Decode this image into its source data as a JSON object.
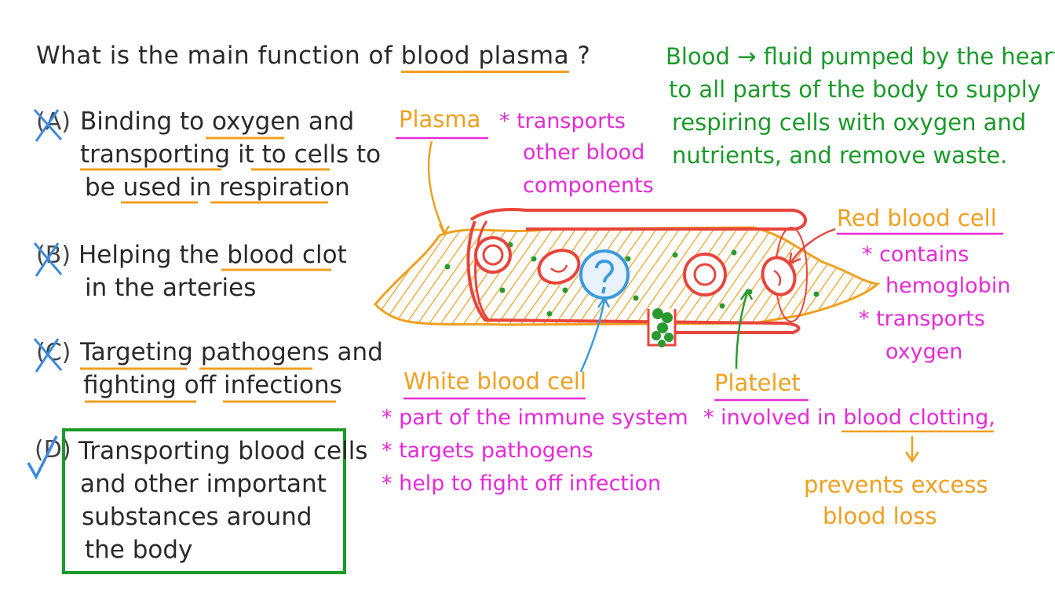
{
  "question": {
    "prefix": "What is the main function of ",
    "term": "blood plasma",
    "suffix": " ?"
  },
  "options": [
    {
      "letter": "A",
      "lines": [
        "Binding to oxygen and",
        "transporting it to cells to",
        "be used in respiration"
      ],
      "status": "crossed"
    },
    {
      "letter": "B",
      "lines": [
        "Helping the blood clot",
        "in the arteries"
      ],
      "status": "crossed"
    },
    {
      "letter": "C",
      "lines": [
        "Targeting pathogens and",
        "fighting off infections"
      ],
      "status": "crossed"
    },
    {
      "letter": "D",
      "lines": [
        "Transporting blood cells",
        "and other important",
        "substances around",
        "the body"
      ],
      "status": "correct"
    }
  ],
  "definition": {
    "lines": [
      "Blood → fluid pumped by the heart",
      "to all parts of the body to supply",
      "respiring cells with oxygen and",
      "nutrients, and remove waste."
    ]
  },
  "plasma": {
    "label": "Plasma",
    "notes": [
      "* transports",
      "other blood",
      "components"
    ]
  },
  "red_cell": {
    "label": "Red blood cell",
    "notes": [
      "* contains",
      "hemoglobin",
      "* transports",
      "oxygen"
    ]
  },
  "white_cell": {
    "label": "White blood cell",
    "notes": [
      "* part of the immune system",
      "* targets pathogens",
      "* help to fight off infection"
    ]
  },
  "platelet": {
    "label": "Platelet",
    "note_prefix": "* involved in ",
    "note_term": "blood clotting",
    "note_suffix": ",",
    "consequence": [
      "prevents excess",
      "blood loss"
    ]
  },
  "colors": {
    "question": "#2a2a2a",
    "definition": "#1a9a2a",
    "notes": "#e62ad8",
    "labels": "#f0a020",
    "vessel": "#e8453c",
    "white_cell": "#3a9ae0",
    "cross": "#3a8ae0",
    "tick": "#3a8ae0"
  }
}
